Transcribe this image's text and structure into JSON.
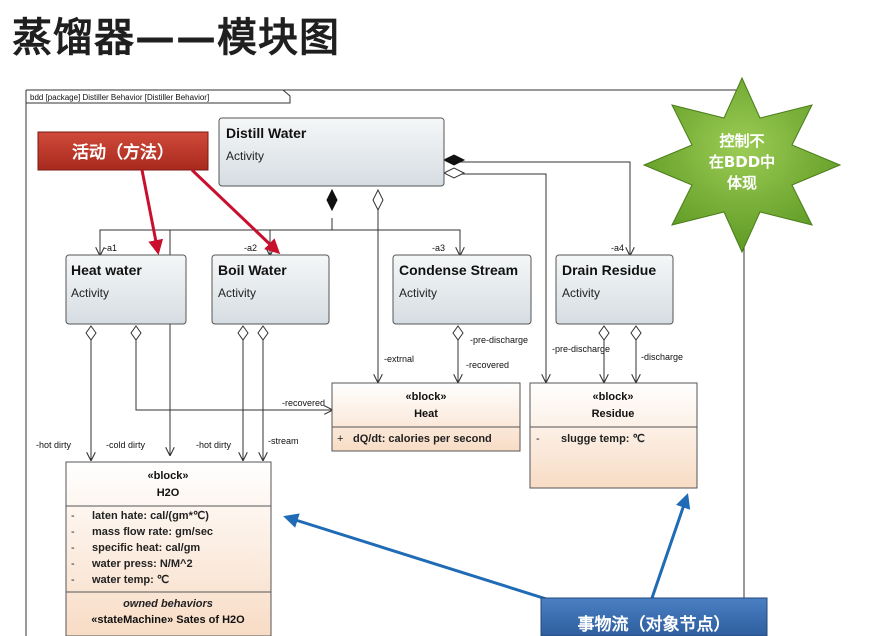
{
  "page_title": "蒸馏器——模块图",
  "frame_label": "bdd [package] Distiller Behavior [Distiller Behavior]",
  "activities": {
    "distill": {
      "name": "Distill Water",
      "type": "Activity"
    },
    "heat": {
      "name": "Heat water",
      "type": "Activity"
    },
    "boil": {
      "name": "Boil Water",
      "type": "Activity"
    },
    "condense": {
      "name": "Condense Stream",
      "type": "Activity"
    },
    "drain": {
      "name": "Drain Residue",
      "type": "Activity"
    }
  },
  "blocks": {
    "heat": {
      "stereotype": "«block»",
      "name": "Heat",
      "attributes": [
        {
          "vis": "+",
          "text": "dQ/dt: calories per second"
        }
      ]
    },
    "residue": {
      "stereotype": "«block»",
      "name": "Residue",
      "attributes": [
        {
          "vis": "-",
          "text": "slugge temp: ℃"
        }
      ]
    },
    "h2o": {
      "stereotype": "«block»",
      "name": "H2O",
      "attributes": [
        {
          "vis": "-",
          "text": "laten hate: cal/(gm*℃)"
        },
        {
          "vis": "-",
          "text": "mass flow rate: gm/sec"
        },
        {
          "vis": "-",
          "text": "specific heat: cal/gm"
        },
        {
          "vis": "-",
          "text": "water press:  N/M^2"
        },
        {
          "vis": "-",
          "text": "water temp: ℃"
        }
      ],
      "owned_header": "owned behaviors",
      "owned_item": "«stateMachine» Sates of H2O"
    }
  },
  "role_labels": {
    "a1": "-a1",
    "a2": "-a2",
    "a3": "-a3",
    "a4": "-a4",
    "hot_dirty_1": "-hot dirty",
    "cold_dirty": "-cold dirty",
    "hot_dirty_2": "-hot dirty",
    "stream": "-stream",
    "recovered_1": "-recovered",
    "extrnal": "-extrnal",
    "pre_discharge_1": "-pre-discharge",
    "recovered_2": "-recovered",
    "pre_discharge_2": "-pre-discharge",
    "discharge": "-discharge"
  },
  "callouts": {
    "activity": "活动（方法）",
    "star_line1": "控制不",
    "star_line2": "在BDD中",
    "star_line3": "体现",
    "object_flow": "事物流（对象节点）"
  },
  "colors": {
    "activity_top": "#f4f6f7",
    "activity_bottom": "#d7dee3",
    "block_top": "#ffffff",
    "block_bottom": "#f8dcc6",
    "callout_red": "#c0392b",
    "callout_blue": "#3a6fb5",
    "star_green": "#7fb43a",
    "arrow_red": "#c8102e",
    "arrow_blue": "#1f6bb5"
  }
}
